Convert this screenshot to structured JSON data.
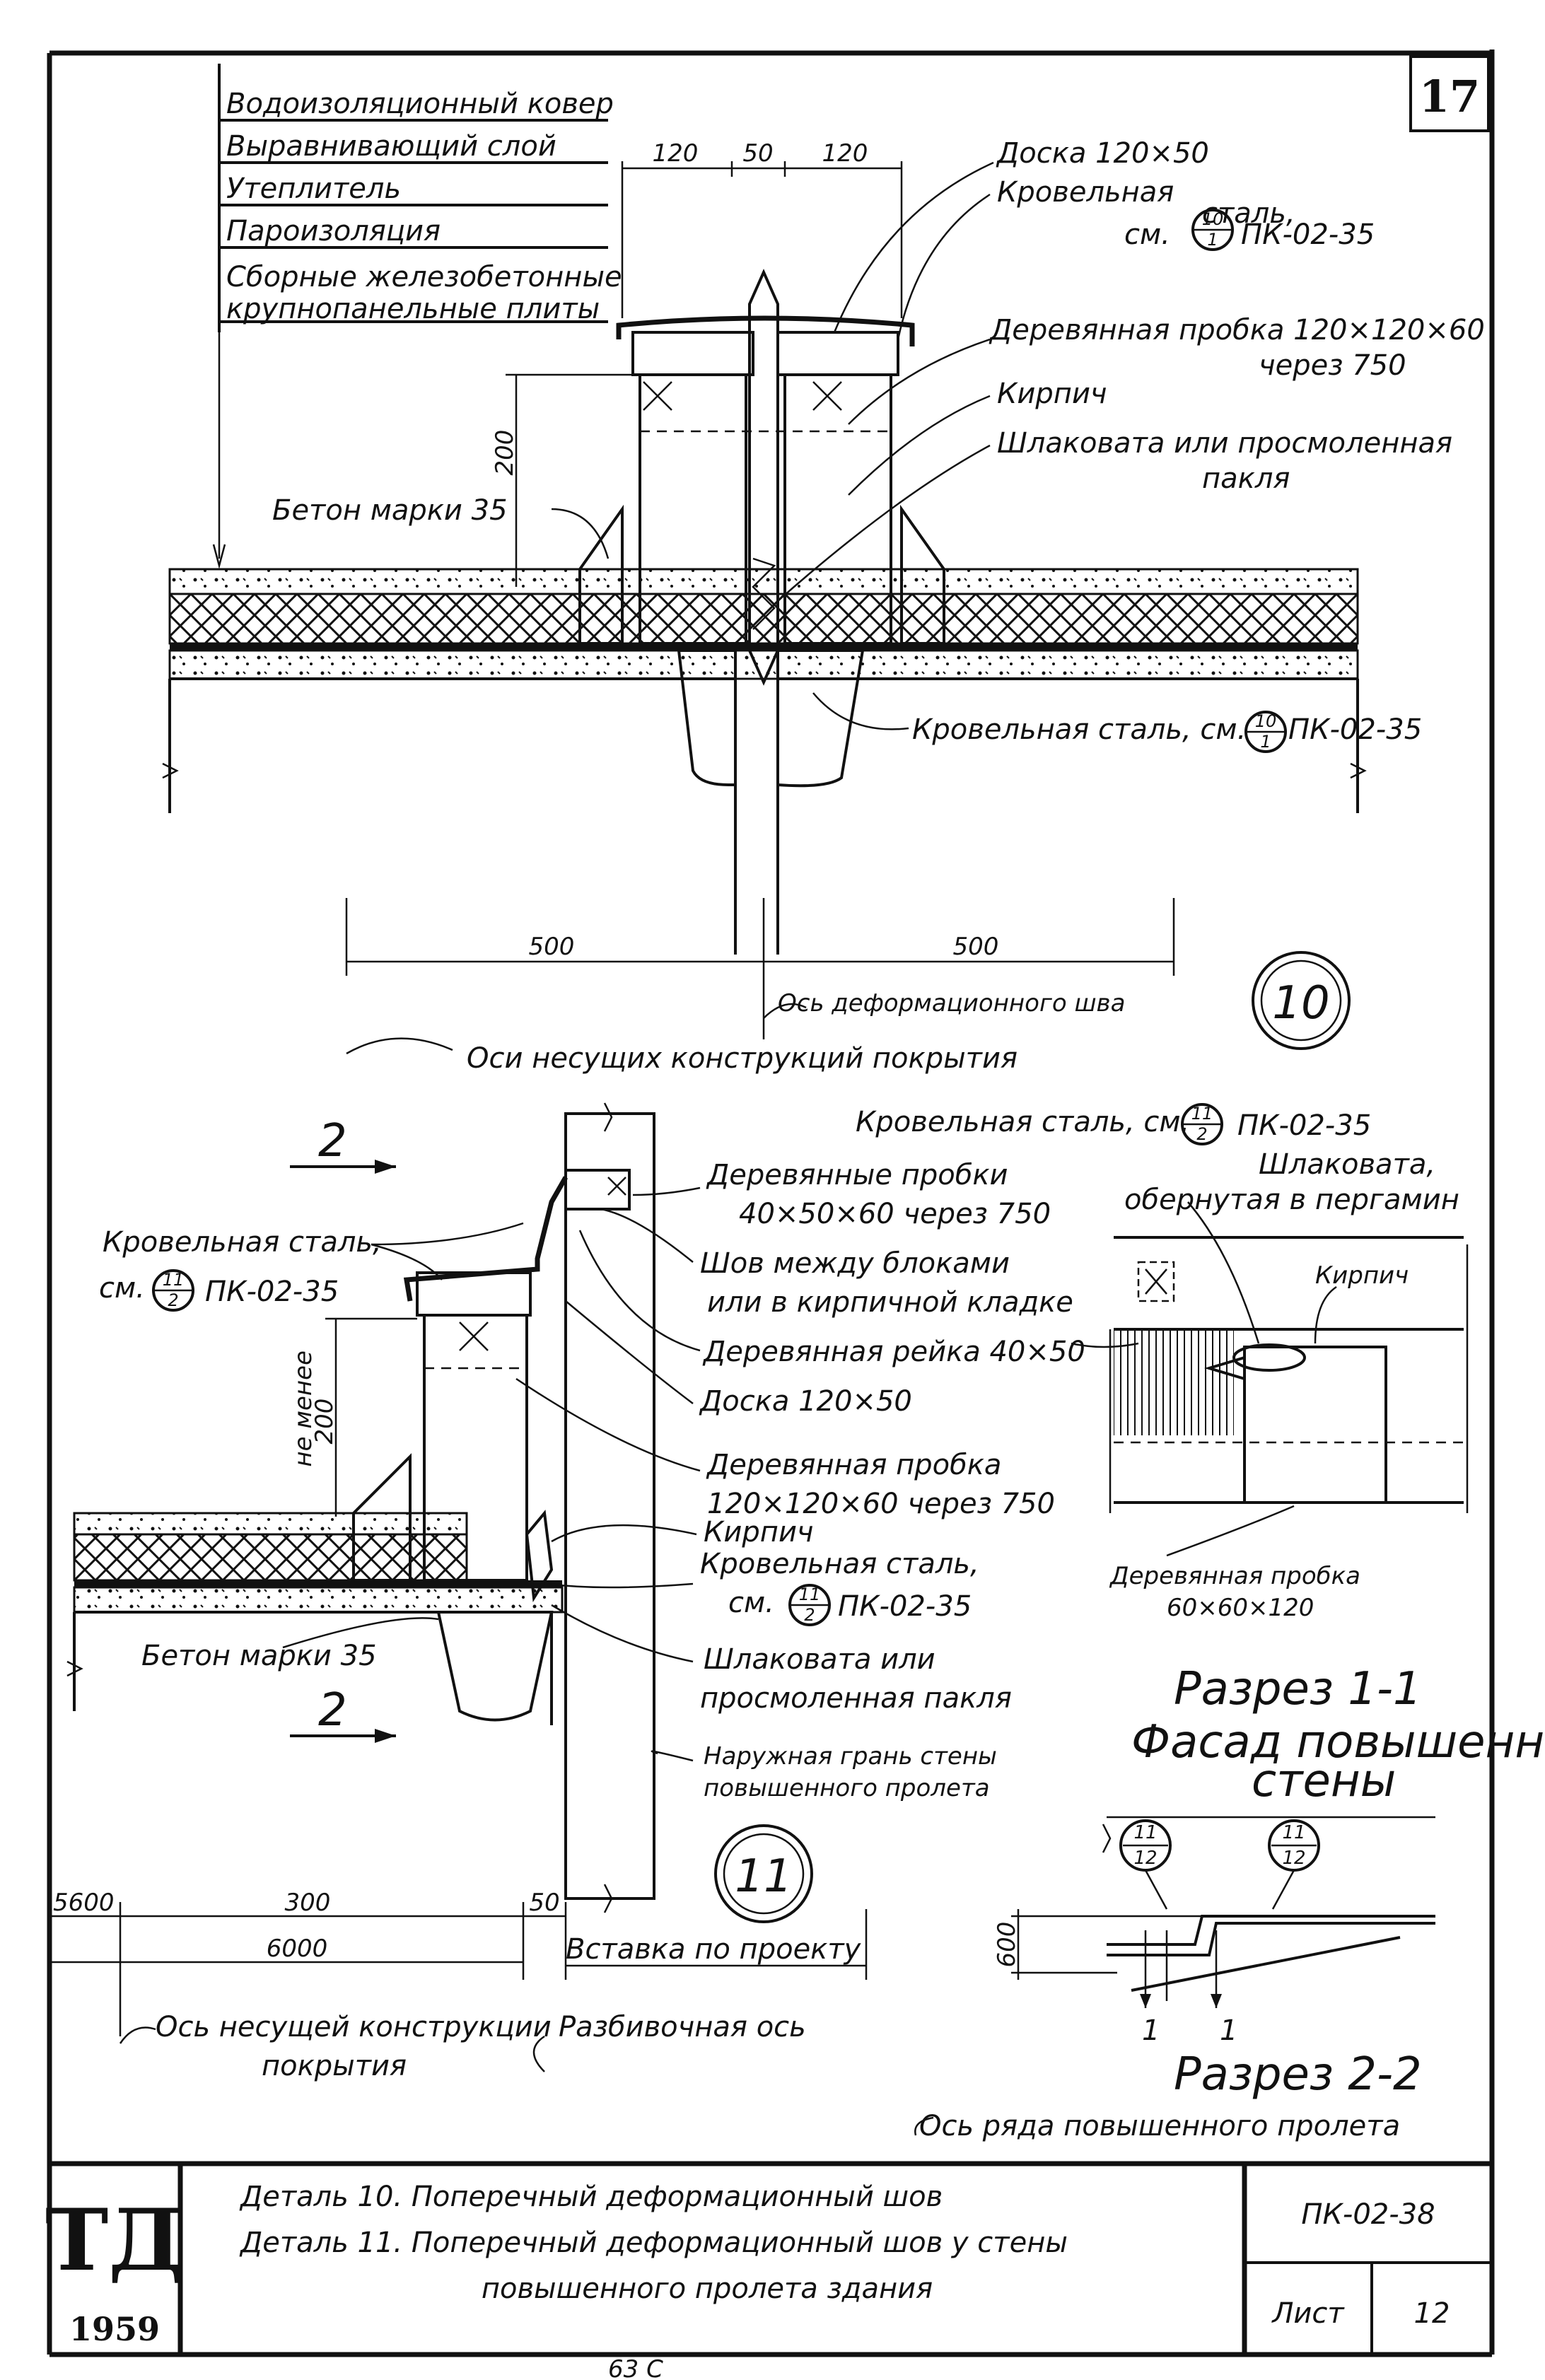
{
  "sheet_number": "17",
  "detail10": {
    "layers": [
      "Водоизоляционный ковер",
      "Выравнивающий слой",
      "Утеплитель",
      "Пароизоляция"
    ],
    "slab_label": [
      "Сборные железобетонные",
      "крупнопанельные плиты"
    ],
    "dim_top": [
      "120",
      "50",
      "120"
    ],
    "dim_200": "200",
    "board": "Доска 120×50",
    "roof_steel": "Кровельная",
    "roof_steel2": "сталь,",
    "roof_steel_ref": "см.",
    "ref_num": "10",
    "ref_den": "1",
    "ref_code": "ПК-02-35",
    "wood_plug": "Деревянная пробка 120×120×60",
    "wood_plug2": "через 750",
    "brick": "Кирпич",
    "slag": "Шлаковата или просмоленная",
    "slag2": "пакля",
    "concrete": "Бетон марки 35",
    "roof_steel_low": "Кровельная сталь, см.",
    "roof_steel_low_code": "ПК-02-35",
    "dim_500_left": "500",
    "dim_500_right": "500",
    "joint_axis": "Ось деформационного шва",
    "load_axes": "Оси несущих конструкций покрытия",
    "circle_label": "10"
  },
  "detail11": {
    "section_mark": "2",
    "roof_steel_a": "Кровельная сталь,",
    "roof_steel_a_ref": "см.",
    "ref_num": "11",
    "ref_den": "2",
    "ref_code": "ПК-02-35",
    "not_less": "не менее",
    "dim_200": "200",
    "wood_plugs": "Деревянные пробки",
    "wood_plugs2": "40×50×60 через 750",
    "joint_blocks": "Шов между блоками",
    "joint_blocks2": "или в кирпичной кладке",
    "rail": "Деревянная рейка 40×50",
    "board": "Доска 120×50",
    "wood_plug": "Деревянная пробка",
    "wood_plug2": "120×120×60 через 750",
    "brick": "Кирпич",
    "roof_steel_b": "Кровельная сталь,",
    "roof_steel_b_ref": "см.",
    "roof_steel_b_code": "ПК-02-35",
    "concrete": "Бетон марки 35",
    "slag": "Шлаковата или",
    "slag2": "просмоленная пакля",
    "outer_face": "Наружная грань стены",
    "outer_face2": "повышенного пролета",
    "circle_label": "11",
    "dim_5600": "5600",
    "dim_300": "300",
    "dim_50": "50",
    "dim_6000": "6000",
    "insert": "Вставка по проекту",
    "bearing_axis": "Ось несущей конструкции",
    "bearing_axis2": "покрытия",
    "layout_axis": "Разбивочная ось"
  },
  "section11": {
    "roof_steel": "Кровельная сталь, см.",
    "ref_num": "11",
    "ref_den": "2",
    "ref_code": "ПК-02-35",
    "slag": "Шлаковата,",
    "slag2": "обернутая в пергамин",
    "brick": "Кирпич",
    "wood_plug": "Деревянная пробка",
    "wood_plug2": "60×60×120",
    "title": "Разрез 1-1"
  },
  "facade": {
    "title": "Фасад повышенной",
    "title2": "стены",
    "ref1_num": "11",
    "ref1_den": "12",
    "ref2_num": "11",
    "ref2_den": "12",
    "dim_600": "600",
    "mark1": "1",
    "mark2": "1",
    "section_title": "Разрез 2-2",
    "row_axis": "Ось ряда повышенного пролета"
  },
  "stamp": {
    "logo": "ТД",
    "year": "1959",
    "line1": "Деталь 10. Поперечный деформационный шов",
    "line2": "Деталь 11. Поперечный деформационный шов у стены",
    "line3": "повышенного пролета здания",
    "code": "ПК-02-38",
    "sheet_label": "Лист",
    "sheet_no": "12"
  },
  "footer": "63 С"
}
